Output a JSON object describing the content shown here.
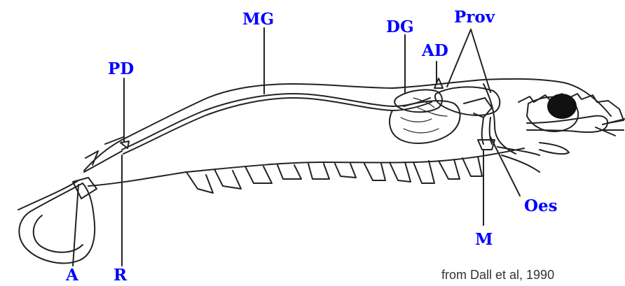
{
  "labels": {
    "mg": "MG",
    "dg": "DG",
    "prov": "Prov",
    "ad": "AD",
    "pd": "PD",
    "oes": "Oes",
    "m": "M",
    "a": "A",
    "r": "R"
  },
  "credit": "from Dall et al, 1990",
  "colors": {
    "label": "#0000ff",
    "outline": "#222222",
    "credit": "#333333",
    "background": "#ffffff"
  }
}
